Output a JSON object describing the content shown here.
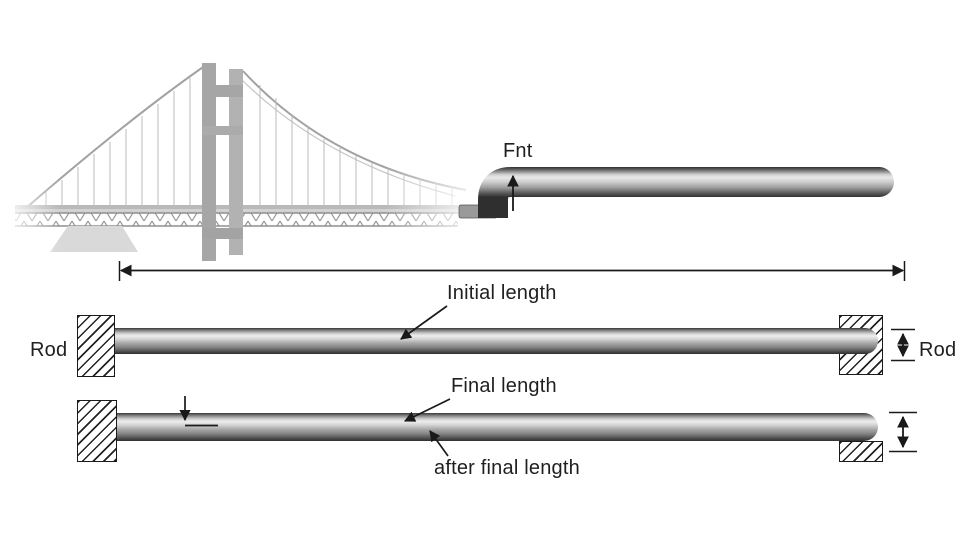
{
  "labels": {
    "fnt": "Fnt",
    "initial_length": "Initial length",
    "final_length": "Final length",
    "after_final_length": "after final length",
    "rod_left": "Rod",
    "rod_right": "Rod"
  },
  "colors": {
    "background": "#ffffff",
    "line": "#1a1a1a",
    "text": "#1f1f1f",
    "rod_highlight": "#ededed",
    "rod_shadow": "#2e2e2e",
    "bridge_gray": "#a6a6a6"
  }
}
